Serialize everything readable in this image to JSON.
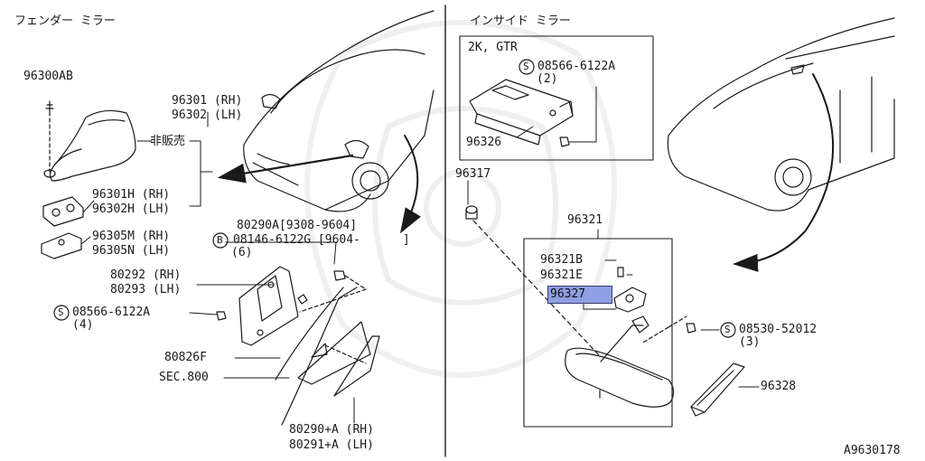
{
  "left_section": {
    "title": "フェンダー ミラー"
  },
  "right_section": {
    "title": "インサイド ミラー"
  },
  "parts": {
    "p96300AB": "96300AB",
    "p96301": "96301 (RH)",
    "p96302": "96302 (LH)",
    "not_sold": "非販売",
    "p96301H": "96301H (RH)",
    "p96302H": "96302H (LH)",
    "p96305M": "96305M (RH)",
    "p96305N": "96305N (LH)",
    "p80290A": "80290A[9308-9604]",
    "p08146_code": "08146-6122G [9604-      ]",
    "p08146_qty": "(6)",
    "p80292": "80292 (RH)",
    "p80293": "80293 (LH)",
    "p08566L_code": "08566-6122A",
    "p08566L_qty": "(4)",
    "p80826F": "80826F",
    "sec800": "SEC.800",
    "p80290A_RH": "80290+A (RH)",
    "p80291A_LH": "80291+A (LH)",
    "variant": "2K, GTR",
    "p08566R_code": "08566-6122A",
    "p08566R_qty": "(2)",
    "p96326": "96326",
    "p96317": "96317",
    "p96321": "96321",
    "p96321B": "96321B",
    "p96321E": "96321E",
    "p96327": "96327",
    "p08530_code": "08530-52012",
    "p08530_qty": "(3)",
    "p96328": "96328",
    "diagram_id": "A9630178"
  },
  "symbols": {
    "s_mark": "S",
    "b_mark": "B"
  },
  "colors": {
    "highlight": "#8f9fe3",
    "line": "#1a1a1a"
  }
}
